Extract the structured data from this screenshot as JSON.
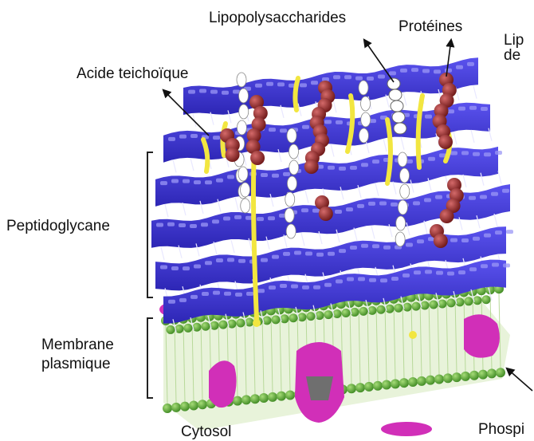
{
  "labels": {
    "lipopolysaccharides": "Lipopolysaccharides",
    "proteines": "Protéines",
    "lipo_cut_1": "Lip",
    "lipo_cut_2": "de",
    "acide_teichoique": "Acide teichoïque",
    "peptidoglycane": "Peptidoglycane",
    "membrane_1": "Membrane",
    "membrane_2": "plasmique",
    "cytosol": "Cytosol",
    "phospho_cut": "Phospi"
  },
  "colors": {
    "peptidoglycan": "#3d35d6",
    "peptidoglycan_light": "#8f8cf2",
    "teichoic_acid": "#f2e640",
    "protein_bead": "#9a2a2a",
    "lps_bead": "#ffffff",
    "membrane_head": "#5fb33a",
    "membrane_tail": "#cfe7b6",
    "membrane_protein": "#d12fb8"
  },
  "icons": [
    "arrow-icon"
  ]
}
